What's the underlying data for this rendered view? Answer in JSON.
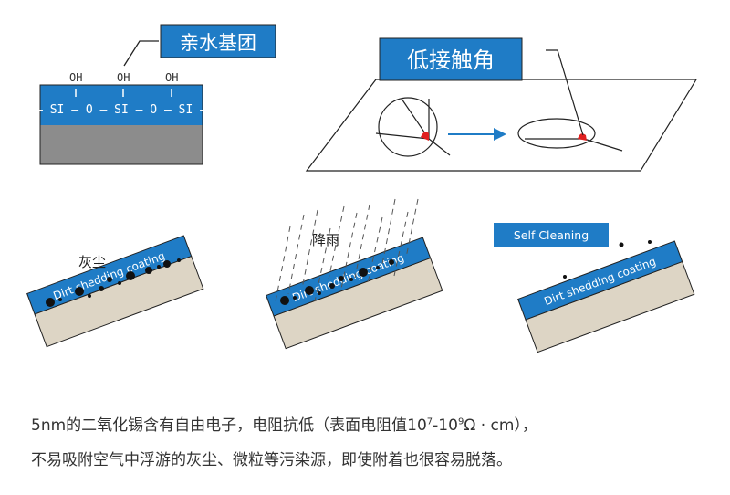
{
  "panel_hydrophilic": {
    "label": "亲水基团",
    "oh": [
      "OH",
      "OH",
      "OH"
    ],
    "chain": "– SI – O – SI – O – SI –"
  },
  "panel_contact_angle": {
    "label": "低接触角"
  },
  "panel_dust": {
    "label": "灰尘",
    "coating": "Dirt shedding coating"
  },
  "panel_rain": {
    "label": "降雨",
    "coating": "Dirt shedding coating"
  },
  "panel_selfclean": {
    "label": "Self Cleaning",
    "coating": "Dirt shedding coating"
  },
  "description": {
    "line1_a": "5nm的二氧化锡含有自由电子，电阻抗低（表面电阻值10",
    "sup1": "7",
    "line1_b": "-10",
    "sup2": "9",
    "line1_c": "Ω · cm），",
    "line2": "不易吸附空气中浮游的灰尘、微粒等污染源，即使附着也很容易脱落。"
  },
  "colors": {
    "blue": "#1f7cc6",
    "blue_dark": "#1565a8",
    "gray": "#8c8c8c",
    "beige": "#ddd5c5",
    "red": "#e02020"
  }
}
